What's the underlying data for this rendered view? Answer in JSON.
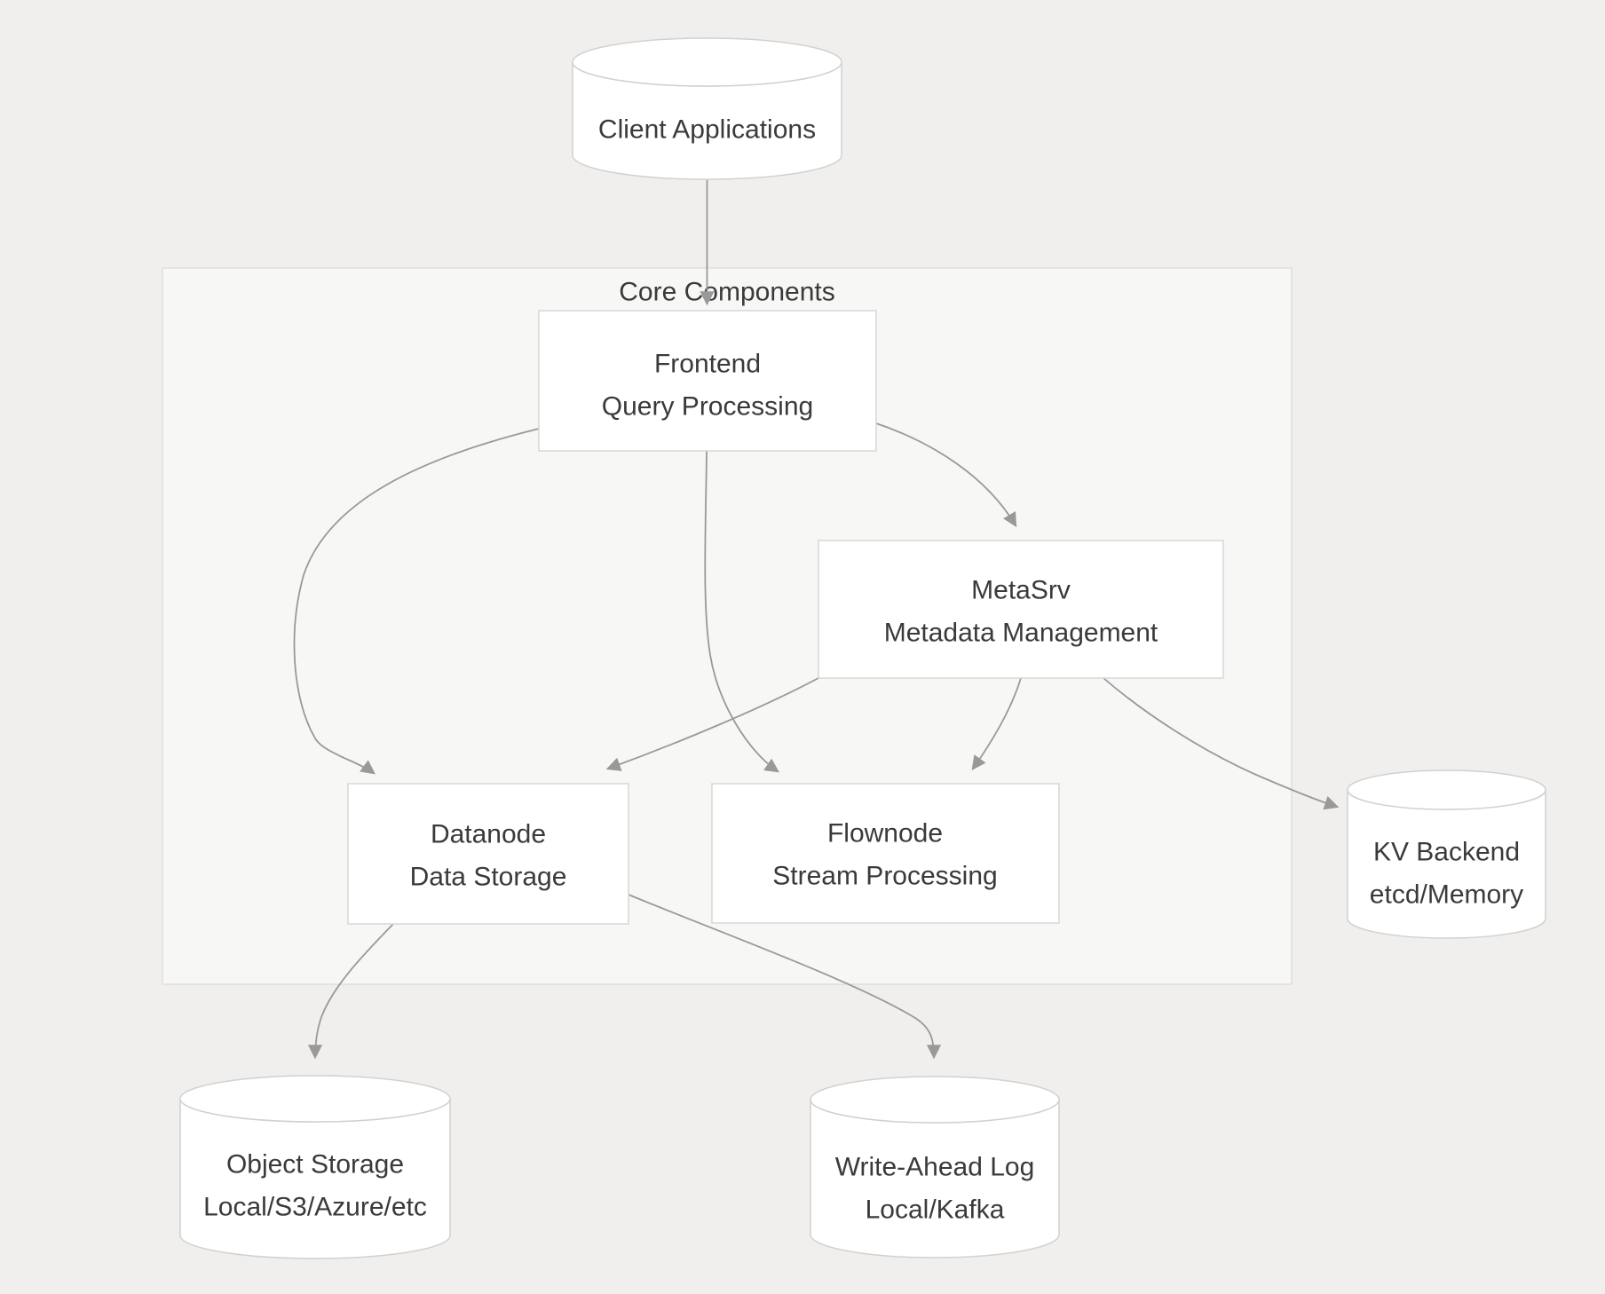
{
  "diagram": {
    "subgraph": {
      "label": "Core Components"
    },
    "nodes": {
      "client_apps": {
        "shape": "cylinder",
        "label": "Client Applications"
      },
      "frontend": {
        "shape": "rect",
        "title": "Frontend",
        "subtitle": "Query Processing"
      },
      "metasrv": {
        "shape": "rect",
        "title": "MetaSrv",
        "subtitle": "Metadata Management"
      },
      "datanode": {
        "shape": "rect",
        "title": "Datanode",
        "subtitle": "Data Storage"
      },
      "flownode": {
        "shape": "rect",
        "title": "Flownode",
        "subtitle": "Stream Processing"
      },
      "kv_backend": {
        "shape": "cylinder",
        "title": "KV Backend",
        "subtitle": "etcd/Memory"
      },
      "object_storage": {
        "shape": "cylinder",
        "title": "Object Storage",
        "subtitle": "Local/S3/Azure/etc"
      },
      "wal": {
        "shape": "cylinder",
        "title": "Write-Ahead Log",
        "subtitle": "Local/Kafka"
      }
    },
    "edges": [
      {
        "from": "Client Applications",
        "to": "Frontend"
      },
      {
        "from": "Frontend",
        "to": "Datanode"
      },
      {
        "from": "Frontend",
        "to": "Flownode"
      },
      {
        "from": "Frontend",
        "to": "MetaSrv"
      },
      {
        "from": "MetaSrv",
        "to": "Datanode"
      },
      {
        "from": "MetaSrv",
        "to": "Flownode"
      },
      {
        "from": "MetaSrv",
        "to": "KV Backend"
      },
      {
        "from": "Datanode",
        "to": "Object Storage"
      },
      {
        "from": "Datanode",
        "to": "Write-Ahead Log"
      }
    ],
    "colors": {
      "canvas_background": "#f0efed",
      "subgraph_fill": "#f7f7f6",
      "subgraph_border": "#e0dfdd",
      "node_fill": "#ffffff",
      "node_border": "#d8d7d5",
      "edge": "#999999",
      "text": "#3a3a3a"
    }
  }
}
